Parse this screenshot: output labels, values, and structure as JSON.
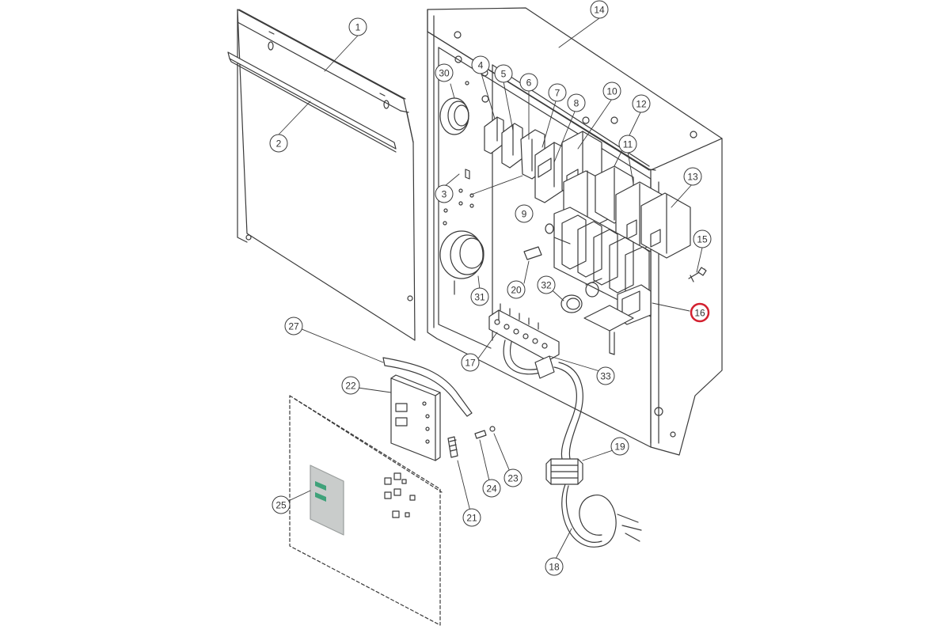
{
  "diagram": {
    "callouts": [
      {
        "id": "c1",
        "label": "1"
      },
      {
        "id": "c2",
        "label": "2"
      },
      {
        "id": "c3",
        "label": "3"
      },
      {
        "id": "c4",
        "label": "4"
      },
      {
        "id": "c5",
        "label": "5"
      },
      {
        "id": "c6",
        "label": "6"
      },
      {
        "id": "c7",
        "label": "7"
      },
      {
        "id": "c8",
        "label": "8"
      },
      {
        "id": "c9",
        "label": "9"
      },
      {
        "id": "c10",
        "label": "10"
      },
      {
        "id": "c11",
        "label": "11"
      },
      {
        "id": "c12",
        "label": "12"
      },
      {
        "id": "c13",
        "label": "13"
      },
      {
        "id": "c14",
        "label": "14"
      },
      {
        "id": "c15",
        "label": "15"
      },
      {
        "id": "c16",
        "label": "16",
        "highlighted": true
      },
      {
        "id": "c17",
        "label": "17"
      },
      {
        "id": "c18",
        "label": "18"
      },
      {
        "id": "c19",
        "label": "19"
      },
      {
        "id": "c20",
        "label": "20"
      },
      {
        "id": "c21",
        "label": "21"
      },
      {
        "id": "c22",
        "label": "22"
      },
      {
        "id": "c23",
        "label": "23"
      },
      {
        "id": "c24",
        "label": "24"
      },
      {
        "id": "c25",
        "label": "25"
      },
      {
        "id": "c27",
        "label": "27"
      },
      {
        "id": "c30",
        "label": "30"
      },
      {
        "id": "c31",
        "label": "31"
      },
      {
        "id": "c32",
        "label": "32"
      },
      {
        "id": "c33",
        "label": "33"
      }
    ],
    "colors": {
      "line": "#3a3a3a",
      "panel_fill": "#ffffff",
      "label_panel": "#c9cccb",
      "indicator": "#3fa27a",
      "highlight": "#d3202f"
    }
  }
}
